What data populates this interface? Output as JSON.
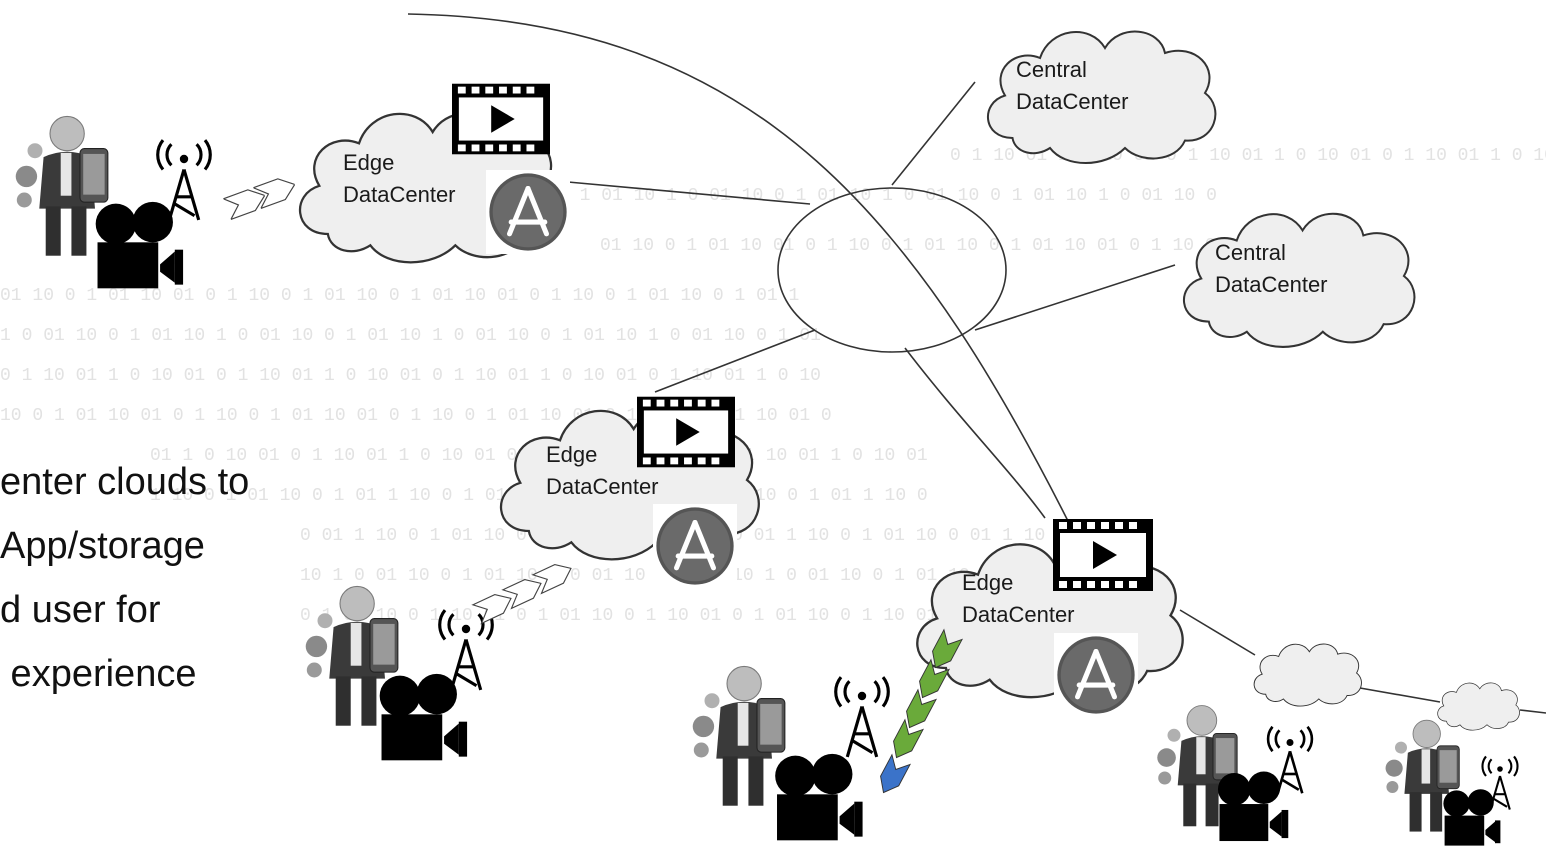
{
  "central_datacenters": [
    {
      "line1": "Central",
      "line2": "DataCenter"
    },
    {
      "line1": "Central",
      "line2": "DataCenter"
    }
  ],
  "edge_datacenters": [
    {
      "line1": "Edge",
      "line2": "DataCenter"
    },
    {
      "line1": "Edge",
      "line2": "DataCenter"
    },
    {
      "line1": "Edge",
      "line2": "DataCenter"
    }
  ],
  "side_text": {
    "line1": "enter clouds to",
    "line2": "App/storage",
    "line3": "d user for",
    "line4": " experience"
  },
  "icons": [
    "user-with-phone-icon",
    "radio-tower-icon",
    "video-camera-icon",
    "film-play-icon",
    "app-store-icon",
    "data-arrow-icon",
    "binary-background"
  ],
  "colors": {
    "cloud_fill": "#efefef",
    "stroke": "#333333",
    "arrow_green": "#6aaa3a",
    "arrow_blue": "#3b73c9"
  }
}
